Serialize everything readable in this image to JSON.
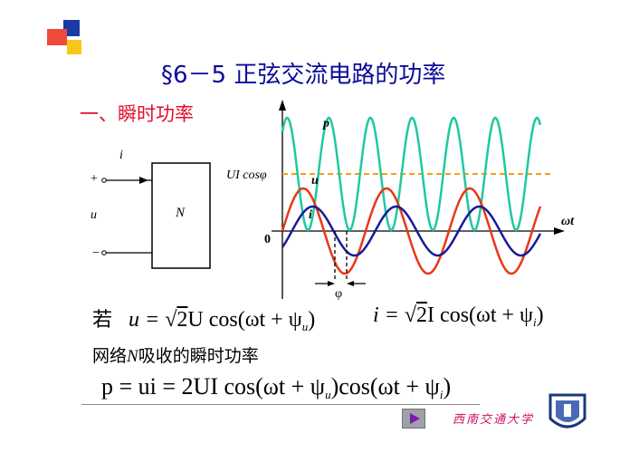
{
  "title": "§6－5  正弦交流电路的功率",
  "subtitle": "一、瞬时功率",
  "circuit": {
    "current_label": "i",
    "plus_label": "+",
    "voltage_label": "u",
    "minus_label": "−",
    "box_label": "N"
  },
  "chart_data": {
    "type": "line",
    "series": [
      {
        "name": "p",
        "color": "#20c8a0"
      },
      {
        "name": "u",
        "color": "#e83818"
      },
      {
        "name": "i",
        "color": "#1a1a9a"
      }
    ],
    "annotations": {
      "dc_level": "UI cosφ",
      "phase": "φ",
      "origin": "0",
      "x_axis": "ωt"
    }
  },
  "formula1": {
    "prefix": "若",
    "u_lhs": "u = ",
    "u_radicand": "2",
    "u_rest": "U cos(ωt + ψ",
    "u_sub": "u",
    "u_close": ")",
    "i_lhs": "i = ",
    "i_radicand": "2",
    "i_rest": "I cos(ωt + ψ",
    "i_sub": "i",
    "i_close": ")"
  },
  "network_text": {
    "pre": "网络",
    "N": "N",
    "post": "吸收的瞬时功率"
  },
  "formula2": {
    "lhs": "p = ui = 2UI cos(ωt + ψ",
    "sub_u": "u",
    "mid": ")cos(ωt + ψ",
    "sub_i": "i",
    "end": ")"
  },
  "footer": "西南交通大学",
  "colors": {
    "title": "#0a0a9a",
    "subtitle": "#e0102a",
    "p": "#20c8a0",
    "u": "#e83818",
    "i": "#1a1a9a",
    "dc": "#f0a020"
  }
}
